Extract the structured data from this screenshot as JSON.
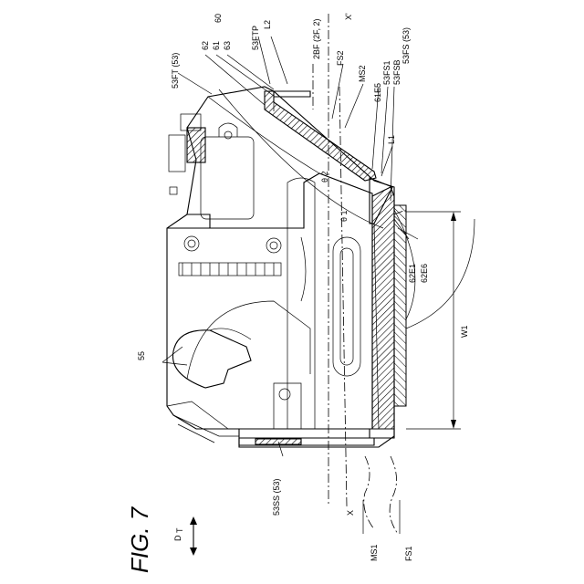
{
  "figure": {
    "title": "FIG. 7",
    "direction_label": "D"
  },
  "labels": {
    "l55": "55",
    "l53FT": "53FT (53)",
    "l62": "62",
    "l61": "61",
    "l63": "63",
    "l60": "60",
    "l53FTP": "53FTP",
    "lL2": "L2",
    "lX1": "X'",
    "l2BF": "2BF (2F, 2)",
    "lFS2": "FS2",
    "lMS2": "MS2",
    "l53FS": "53FS (53)",
    "l53FS1": "53FS1",
    "l53FSB": "53FSB",
    "l61E5": "61E5",
    "lL1": "L1",
    "ltheta2": "θ 2",
    "ltheta1": "θ 1",
    "l62E1": "62E1",
    "l62E6": "62E6",
    "lW1": "W1",
    "l53SS": "53SS (53)",
    "lX": "X",
    "lMS1": "MS1",
    "lFS1": "FS1"
  }
}
